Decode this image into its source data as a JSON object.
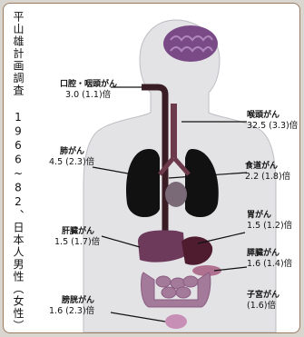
{
  "title": "平山雄計画調査 1966~82、日本人男性（女性）",
  "labels": {
    "oral": {
      "name": "口腔・咽頭がん",
      "value": "3.0 (1.1)倍"
    },
    "larynx": {
      "name": "喉頭がん",
      "value": "32.5 (3.3)倍"
    },
    "lung": {
      "name": "肺がん",
      "value": "4.5 (2.3)倍"
    },
    "esophagus": {
      "name": "食道がん",
      "value": "2.2 (1.8)倍"
    },
    "stomach": {
      "name": "胃がん",
      "value": "1.5 (1.2)倍"
    },
    "liver": {
      "name": "肝臓がん",
      "value": "1.5 (1.7)倍"
    },
    "pancreas": {
      "name": "膵臓がん",
      "value": "1.6 (1.4)倍"
    },
    "bladder": {
      "name": "膀胱がん",
      "value": "1.6 (2.3)倍"
    },
    "uterus": {
      "name": "子宮がん",
      "value": "(1.6)倍"
    }
  }
}
